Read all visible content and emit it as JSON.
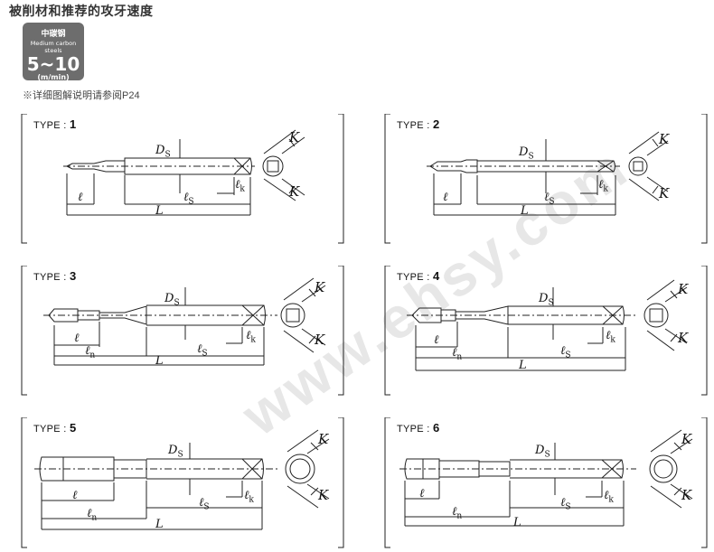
{
  "header": {
    "title": "被削材和推荐的攻牙速度",
    "badge": {
      "material_cn": "中碳钢",
      "material_en": "Medium carbon steels",
      "speed": "5~10",
      "unit": "(m/min)"
    },
    "note": "※详细图解说明请参阅P24"
  },
  "watermark": "www.ehsy.com",
  "panels": [
    {
      "type_prefix": "TYPE : ",
      "type_num": "1",
      "labels": {
        "ds": "D",
        "ds_sub": "S",
        "lk": "ℓ",
        "lk_sub": "k",
        "ls": "ℓ",
        "ls_sub": "S",
        "l": "ℓ",
        "L": "L",
        "k1": "K",
        "k2": "K"
      }
    },
    {
      "type_prefix": "TYPE : ",
      "type_num": "2",
      "labels": {
        "ds": "D",
        "ds_sub": "S",
        "lk": "ℓ",
        "lk_sub": "k",
        "ls": "ℓ",
        "ls_sub": "S",
        "l": "ℓ",
        "L": "L",
        "k1": "K",
        "k2": "K"
      }
    },
    {
      "type_prefix": "TYPE : ",
      "type_num": "3",
      "labels": {
        "ds": "D",
        "ds_sub": "S",
        "lk": "ℓ",
        "lk_sub": "k",
        "ls": "ℓ",
        "ls_sub": "S",
        "l": "ℓ",
        "ln": "ℓ",
        "ln_sub": "n",
        "L": "L",
        "k1": "K",
        "k2": "K"
      }
    },
    {
      "type_prefix": "TYPE : ",
      "type_num": "4",
      "labels": {
        "ds": "D",
        "ds_sub": "S",
        "lk": "ℓ",
        "lk_sub": "k",
        "ls": "ℓ",
        "ls_sub": "S",
        "l": "ℓ",
        "ln": "ℓ",
        "ln_sub": "n",
        "L": "L",
        "k1": "K",
        "k2": "K"
      }
    },
    {
      "type_prefix": "TYPE : ",
      "type_num": "5",
      "labels": {
        "ds": "D",
        "ds_sub": "S",
        "lk": "ℓ",
        "lk_sub": "k",
        "ls": "ℓ",
        "ls_sub": "S",
        "l": "ℓ",
        "ln": "ℓ",
        "ln_sub": "n",
        "L": "L",
        "k1": "K",
        "k2": "K"
      }
    },
    {
      "type_prefix": "TYPE : ",
      "type_num": "6",
      "labels": {
        "ds": "D",
        "ds_sub": "S",
        "lk": "ℓ",
        "lk_sub": "k",
        "ls": "ℓ",
        "ls_sub": "S",
        "l": "ℓ",
        "ln": "ℓ",
        "ln_sub": "n",
        "L": "L",
        "k1": "K",
        "k2": "K"
      }
    }
  ]
}
